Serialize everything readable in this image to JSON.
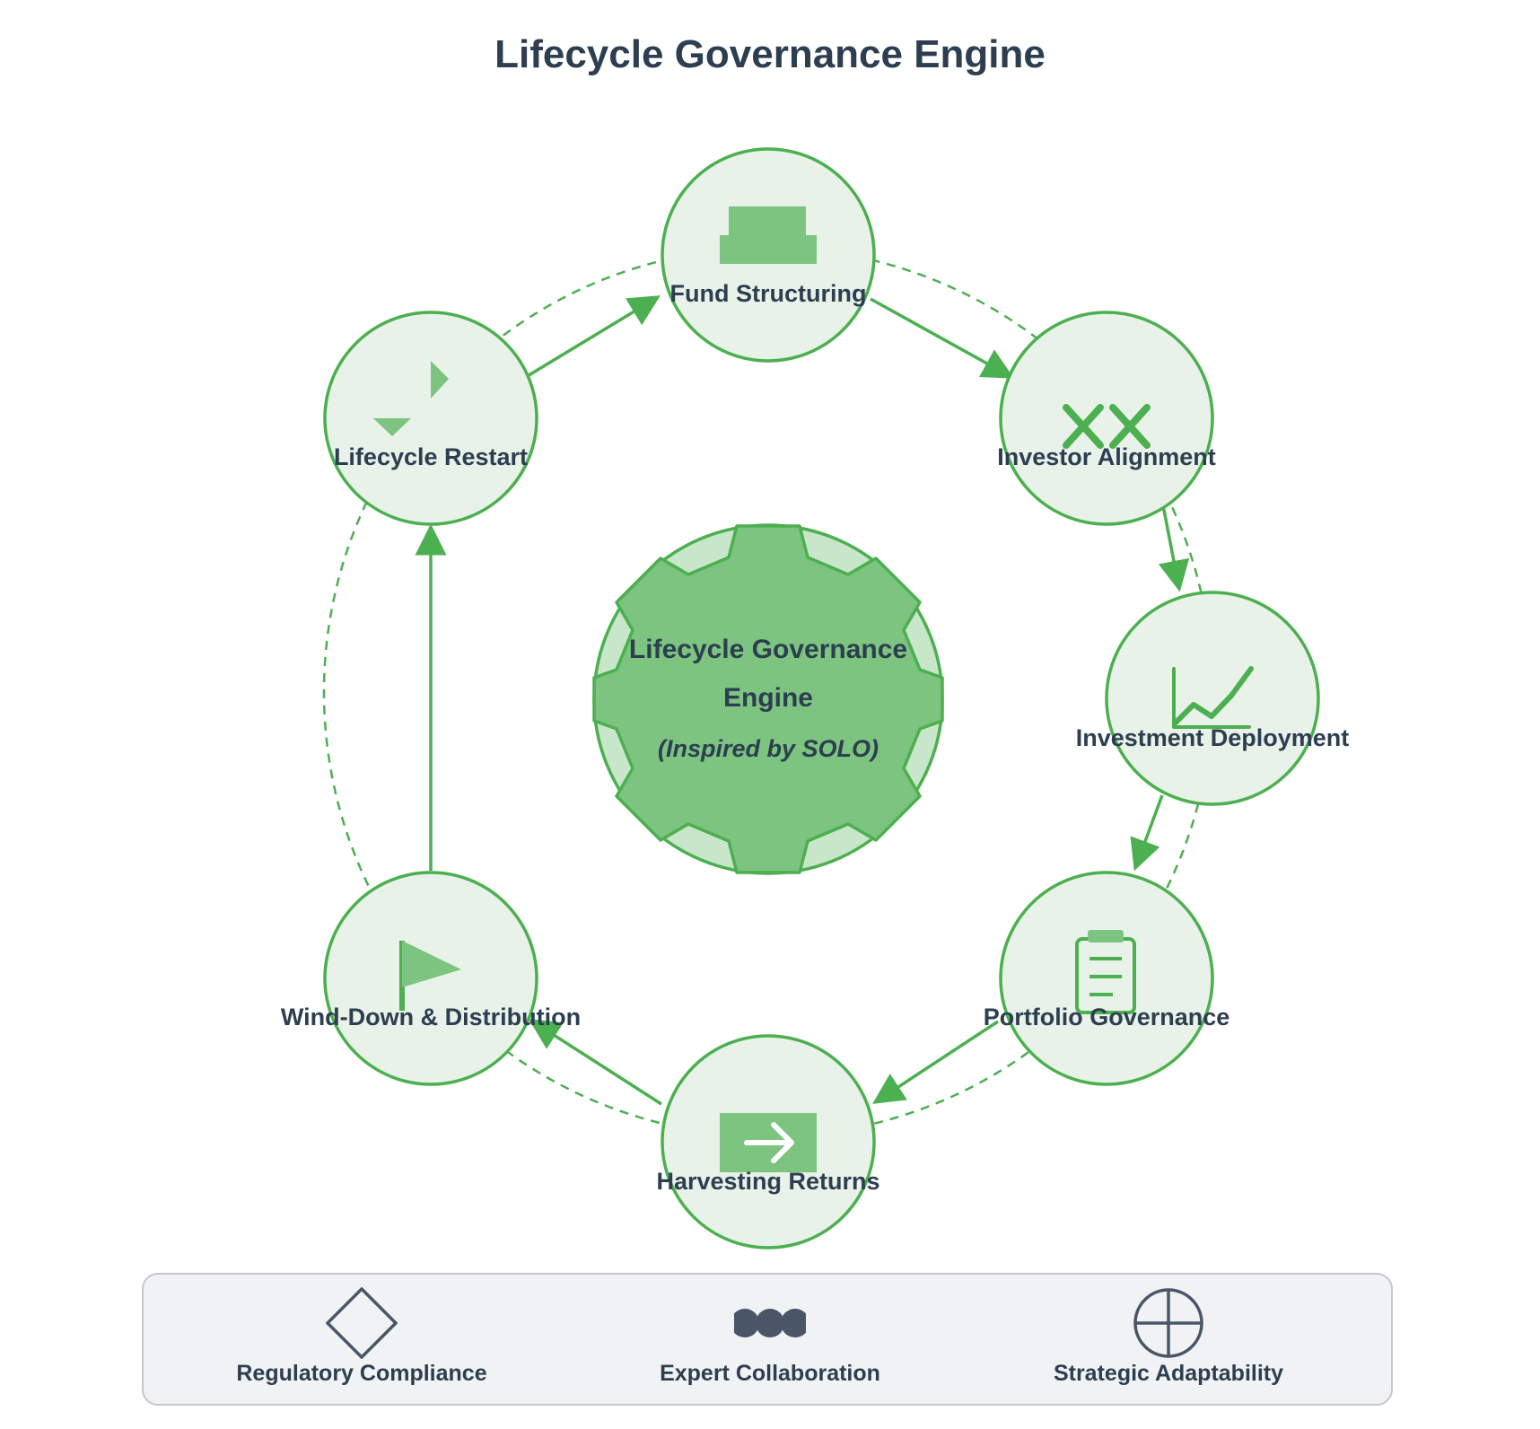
{
  "title": "Lifecycle Governance Engine",
  "center": {
    "title_line1": "Lifecycle Governance",
    "title_line2": "Engine",
    "subtitle": "(Inspired by SOLO)"
  },
  "stages": [
    {
      "id": "fund-structuring",
      "label": "Fund Structuring",
      "icon": "building-icon"
    },
    {
      "id": "investor-alignment",
      "label": "Investor Alignment",
      "icon": "chain-link-icon"
    },
    {
      "id": "investment-deployment",
      "label": "Investment Deployment",
      "icon": "line-chart-icon"
    },
    {
      "id": "portfolio-governance",
      "label": "Portfolio Governance",
      "icon": "clipboard-icon"
    },
    {
      "id": "harvesting-returns",
      "label": "Harvesting Returns",
      "icon": "arrow-box-icon"
    },
    {
      "id": "wind-down-distribution",
      "label": "Wind-Down & Distribution",
      "icon": "flag-icon"
    },
    {
      "id": "lifecycle-restart",
      "label": "Lifecycle Restart",
      "icon": "restart-icon"
    }
  ],
  "legend": [
    {
      "label": "Regulatory Compliance",
      "icon": "diamond-icon"
    },
    {
      "label": "Expert Collaboration",
      "icon": "three-dots-icon"
    },
    {
      "label": "Strategic Adaptability",
      "icon": "crosshair-circle-icon"
    }
  ],
  "colors": {
    "primary": "#4caf50",
    "node_fill": "#e8f2e9",
    "center_fill": "#7cc47f",
    "center_outer": "#c8e6c9",
    "icon_fill": "#7cc47f",
    "text": "#2c3e50",
    "legend_icon": "#4a5568",
    "legend_bg": "#f0f2f4"
  }
}
